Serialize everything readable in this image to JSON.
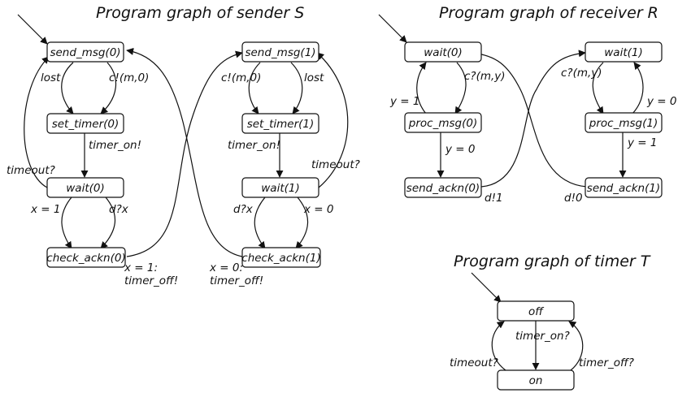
{
  "titles": {
    "sender": "Program graph of sender S",
    "receiver": "Program graph of receiver R",
    "timer": "Program graph of timer T"
  },
  "sender": {
    "nodes": {
      "send0": "send_msg(0)",
      "settimer0": "set_timer(0)",
      "wait0": "wait(0)",
      "check0": "check_ackn(0)",
      "send1": "send_msg(1)",
      "settimer1": "set_timer(1)",
      "wait1": "wait(1)",
      "check1": "check_ackn(1)"
    },
    "labels": {
      "lost0": "lost",
      "c0": "c!(m,0)",
      "timeron0": "timer_on!",
      "timeout0": "timeout?",
      "x1_left": "x = 1",
      "d0": "d?x",
      "x1_off_a": "x = 1:",
      "x1_off_b": "timer_off!",
      "c1": "c!(m,0)",
      "lost1": "lost",
      "timeron1": "timer_on!",
      "timeout1": "timeout?",
      "d1": "d?x",
      "x0_right": "x = 0",
      "x0_off_a": "x = 0:",
      "x0_off_b": "timer_off!"
    }
  },
  "receiver": {
    "nodes": {
      "wait0": "wait(0)",
      "proc0": "proc_msg(0)",
      "ackn0": "send_ackn(0)",
      "wait1": "wait(1)",
      "proc1": "proc_msg(1)",
      "ackn1": "send_ackn(1)"
    },
    "labels": {
      "c0": "c?(m,y)",
      "y1_left": "y = 1",
      "y0_down": "y = 0",
      "d1": "d!1",
      "c1": "c?(m,y)",
      "y0_right": "y = 0",
      "y1_down": "y = 1",
      "d0": "d!0"
    }
  },
  "timer": {
    "nodes": {
      "off": "off",
      "on": "on"
    },
    "labels": {
      "timer_on": "timer_on?",
      "timeout": "timeout?",
      "timer_off": "timer_off?"
    }
  }
}
